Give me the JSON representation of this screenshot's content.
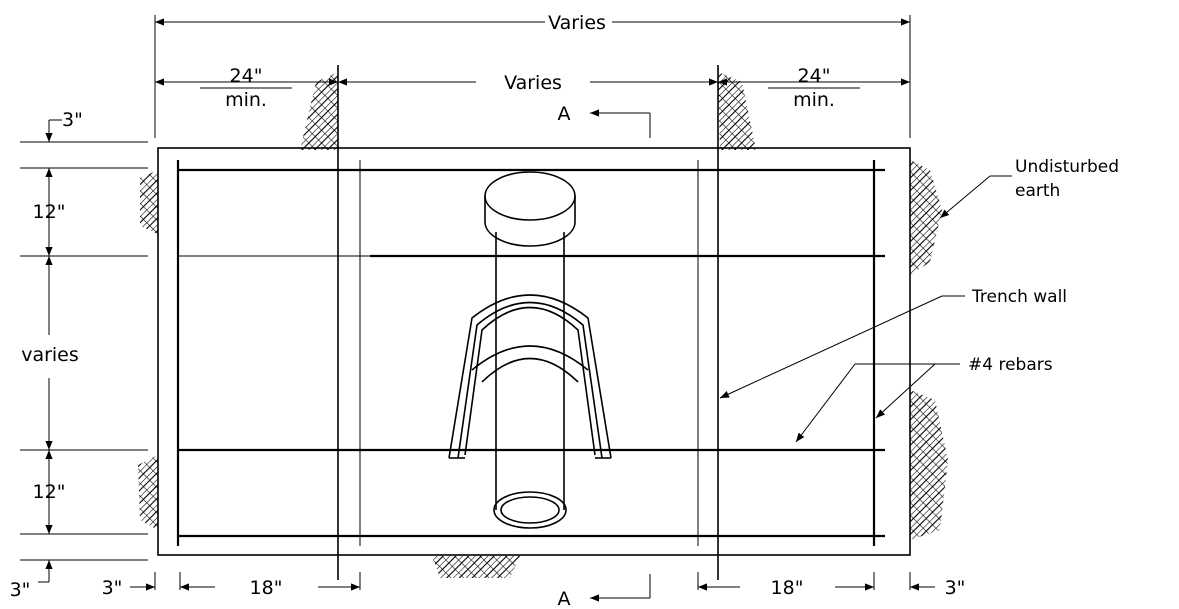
{
  "dimensions": {
    "overall_width": "Varies",
    "inner_width": "Varies",
    "left_clearance": "24\"",
    "left_clearance_note": "min.",
    "right_clearance": "24\"",
    "right_clearance_note": "min.",
    "top_cover": "3\"",
    "top_band": "12\"",
    "middle_band": "varies",
    "bottom_band": "12\"",
    "bottom_cover": "3\"",
    "left_cover": "3\"",
    "left_bar_offset": "18\"",
    "right_bar_offset": "18\"",
    "right_cover": "3\""
  },
  "section": {
    "top_marker": "A",
    "bottom_marker": "A"
  },
  "callouts": {
    "undisturbed_earth_line1": "Undisturbed",
    "undisturbed_earth_line2": "earth",
    "trench_wall": "Trench wall",
    "rebars": "#4 rebars"
  },
  "colors": {
    "ink": "#000000",
    "paper": "#ffffff"
  }
}
